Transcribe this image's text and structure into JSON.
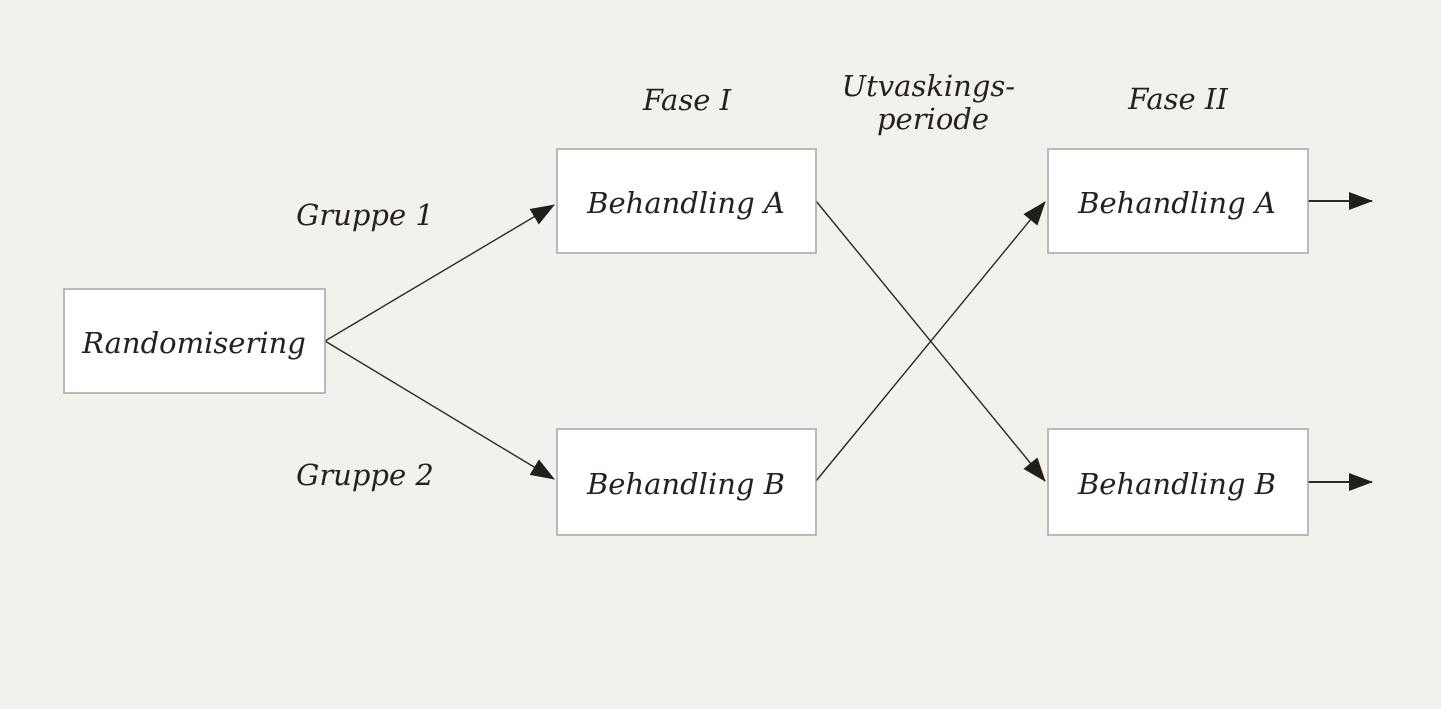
{
  "diagram": {
    "type": "randomized-crossover-trial-flow",
    "colors": {
      "background": "#f2f1ee",
      "box_fill": "#ffffff",
      "box_border": "#a8a6a3",
      "text": "#26211e",
      "arrow": "#2b2825"
    },
    "column_headers": {
      "fase1": "Fase I",
      "washout_line1": "Utvaskings-",
      "washout_line2": "periode",
      "fase2": "Fase II"
    },
    "branch_labels": {
      "group1": "Gruppe 1",
      "group2": "Gruppe 2"
    },
    "nodes": {
      "randomisering": "Randomisering",
      "fase1_treatment_a": "Behandling A",
      "fase1_treatment_b": "Behandling B",
      "fase2_treatment_a": "Behandling A",
      "fase2_treatment_b": "Behandling B"
    }
  }
}
